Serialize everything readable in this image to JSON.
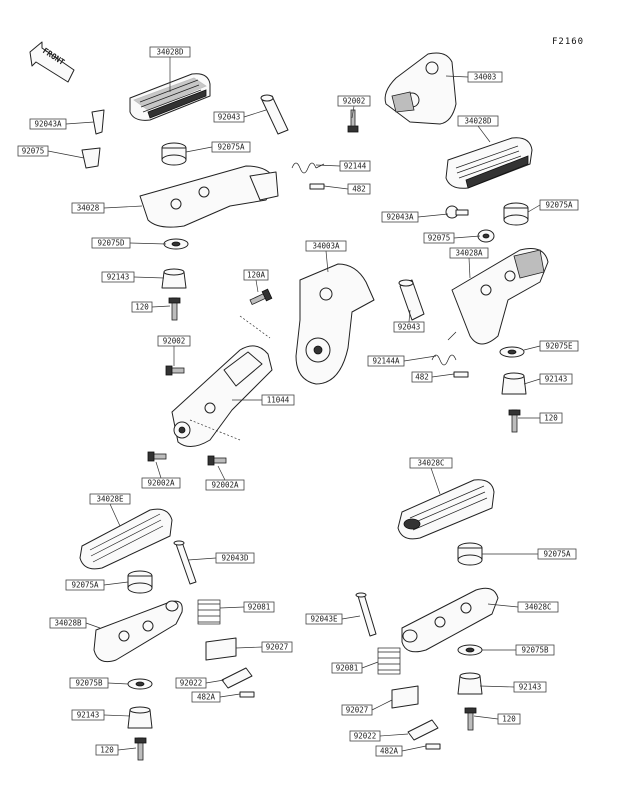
{
  "figure_id": "F2160",
  "front_label": "FRONT",
  "parts": [
    {
      "id": "p1",
      "label": "34028D"
    },
    {
      "id": "p2",
      "label": "34003"
    },
    {
      "id": "p3",
      "label": "92002"
    },
    {
      "id": "p4",
      "label": "92043A"
    },
    {
      "id": "p5",
      "label": "92043"
    },
    {
      "id": "p6",
      "label": "92075"
    },
    {
      "id": "p7",
      "label": "92075A"
    },
    {
      "id": "p8",
      "label": "92144"
    },
    {
      "id": "p9",
      "label": "482"
    },
    {
      "id": "p10",
      "label": "34028D"
    },
    {
      "id": "p11",
      "label": "34028"
    },
    {
      "id": "p12",
      "label": "92043A"
    },
    {
      "id": "p13",
      "label": "92075A"
    },
    {
      "id": "p14",
      "label": "92075D"
    },
    {
      "id": "p15",
      "label": "92075"
    },
    {
      "id": "p16",
      "label": "34028A"
    },
    {
      "id": "p17",
      "label": "34003A"
    },
    {
      "id": "p18",
      "label": "92143"
    },
    {
      "id": "p19",
      "label": "120A"
    },
    {
      "id": "p20",
      "label": "120"
    },
    {
      "id": "p21",
      "label": "92043"
    },
    {
      "id": "p22",
      "label": "92002"
    },
    {
      "id": "p23",
      "label": "92144A"
    },
    {
      "id": "p24",
      "label": "92075E"
    },
    {
      "id": "p25",
      "label": "482"
    },
    {
      "id": "p26",
      "label": "92143"
    },
    {
      "id": "p27",
      "label": "11044"
    },
    {
      "id": "p28",
      "label": "120"
    },
    {
      "id": "p29",
      "label": "92002A"
    },
    {
      "id": "p30",
      "label": "92002A"
    },
    {
      "id": "p31",
      "label": "34028C"
    },
    {
      "id": "p32",
      "label": "34028E"
    },
    {
      "id": "p33",
      "label": "92043D"
    },
    {
      "id": "p34",
      "label": "92075A"
    },
    {
      "id": "p35",
      "label": "92081"
    },
    {
      "id": "p36",
      "label": "92075A"
    },
    {
      "id": "p37",
      "label": "34028B"
    },
    {
      "id": "p38",
      "label": "92043E"
    },
    {
      "id": "p39",
      "label": "34028C"
    },
    {
      "id": "p40",
      "label": "92027"
    },
    {
      "id": "p41",
      "label": "92075B"
    },
    {
      "id": "p42",
      "label": "92081"
    },
    {
      "id": "p43",
      "label": "92075B"
    },
    {
      "id": "p44",
      "label": "92022"
    },
    {
      "id": "p45",
      "label": "482A"
    },
    {
      "id": "p46",
      "label": "92143"
    },
    {
      "id": "p47",
      "label": "92143"
    },
    {
      "id": "p48",
      "label": "92027"
    },
    {
      "id": "p49",
      "label": "120"
    },
    {
      "id": "p50",
      "label": "92022"
    },
    {
      "id": "p51",
      "label": "120"
    },
    {
      "id": "p52",
      "label": "482A"
    }
  ]
}
